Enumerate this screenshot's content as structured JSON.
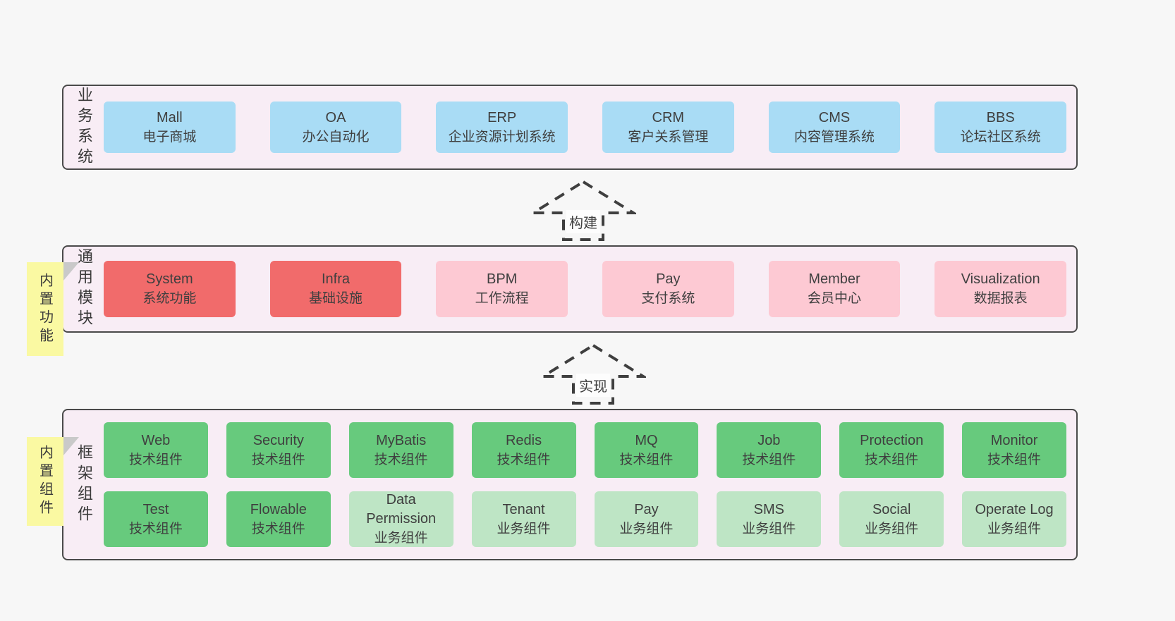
{
  "colors": {
    "page_bg": "#f7f7f7",
    "layer_bg": "#f8edf5",
    "layer_border": "#4a4a4a",
    "blue_box": "#a9dcf5",
    "red_box": "#f16b6b",
    "pink_box": "#fdc9d3",
    "green_dark_box": "#67ca7d",
    "green_light_box": "#bee5c5",
    "sticky_yellow": "#faf9a2",
    "text": "#3f3f3f"
  },
  "arrows": [
    {
      "label": "构建"
    },
    {
      "label": "实现"
    }
  ],
  "layers": [
    {
      "label": "业务系统",
      "boxes": [
        {
          "title": "Mall",
          "subtitle": "电子商城"
        },
        {
          "title": "OA",
          "subtitle": "办公自动化"
        },
        {
          "title": "ERP",
          "subtitle": "企业资源计划系统"
        },
        {
          "title": "CRM",
          "subtitle": "客户关系管理"
        },
        {
          "title": "CMS",
          "subtitle": "内容管理系统"
        },
        {
          "title": "BBS",
          "subtitle": "论坛社区系统"
        }
      ]
    },
    {
      "label": "通用模块",
      "sticky": "内置功能",
      "boxes": [
        {
          "title": "System",
          "subtitle": "系统功能"
        },
        {
          "title": "Infra",
          "subtitle": "基础设施"
        },
        {
          "title": "BPM",
          "subtitle": "工作流程"
        },
        {
          "title": "Pay",
          "subtitle": "支付系统"
        },
        {
          "title": "Member",
          "subtitle": "会员中心"
        },
        {
          "title": "Visualization",
          "subtitle": "数据报表"
        }
      ]
    },
    {
      "label": "框架组件",
      "sticky": "内置组件",
      "boxes": [
        {
          "title": "Web",
          "subtitle": "技术组件"
        },
        {
          "title": "Security",
          "subtitle": "技术组件"
        },
        {
          "title": "MyBatis",
          "subtitle": "技术组件"
        },
        {
          "title": "Redis",
          "subtitle": "技术组件"
        },
        {
          "title": "MQ",
          "subtitle": "技术组件"
        },
        {
          "title": "Job",
          "subtitle": "技术组件"
        },
        {
          "title": "Protection",
          "subtitle": "技术组件"
        },
        {
          "title": "Monitor",
          "subtitle": "技术组件"
        },
        {
          "title": "Test",
          "subtitle": "技术组件"
        },
        {
          "title": "Flowable",
          "subtitle": "技术组件"
        },
        {
          "title": "Data Permission",
          "subtitle": "业务组件"
        },
        {
          "title": "Tenant",
          "subtitle": "业务组件"
        },
        {
          "title": "Pay",
          "subtitle": "业务组件"
        },
        {
          "title": "SMS",
          "subtitle": "业务组件"
        },
        {
          "title": "Social",
          "subtitle": "业务组件"
        },
        {
          "title": "Operate Log",
          "subtitle": "业务组件"
        }
      ]
    }
  ]
}
